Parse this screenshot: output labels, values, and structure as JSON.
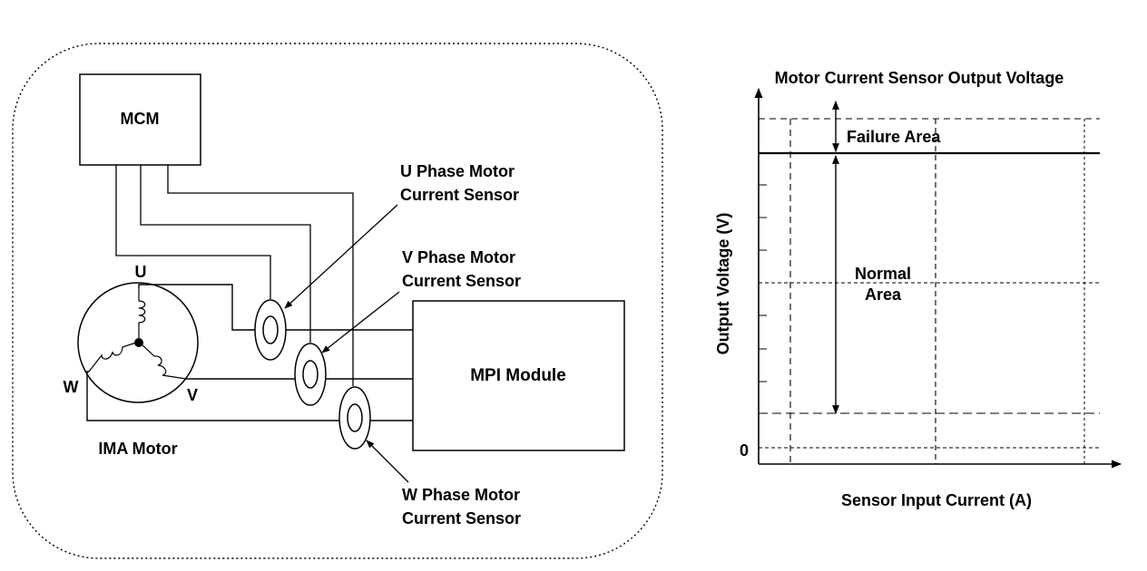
{
  "left_panel": {
    "mcm_label": "MCM",
    "mpi_label": "MPI Module",
    "motor_label": "IMA Motor",
    "terminal_u": "U",
    "terminal_v": "V",
    "terminal_w": "W",
    "u_sensor": {
      "line1": "U Phase Motor",
      "line2": "Current Sensor"
    },
    "v_sensor": {
      "line1": "V Phase Motor",
      "line2": "Current Sensor"
    },
    "w_sensor": {
      "line1": "W Phase Motor",
      "line2": "Current Sensor"
    }
  },
  "right_panel": {
    "title": "Motor Current Sensor Output Voltage",
    "y_axis_label": "Output Voltage (V)",
    "x_axis_label": "Sensor Input Current (A)",
    "zero_label": "0",
    "failure_label": "Failure Area",
    "normal_label_1": "Normal",
    "normal_label_2": "Area"
  }
}
